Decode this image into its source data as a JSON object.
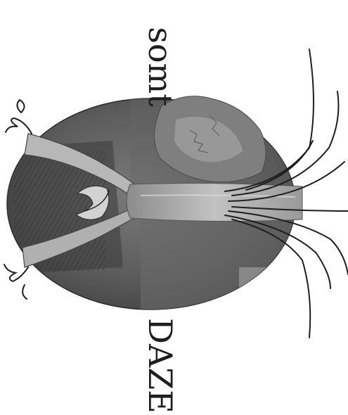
{
  "image": {
    "subject": "collage-illustration",
    "handwritten_words": [
      "somt",
      "DAZE"
    ],
    "colors": {
      "background": "#ffffff",
      "ink": "#1e1e1e",
      "orb_dark": "#4a4a4a",
      "orb_mid": "#6e6e6e",
      "orb_light": "#9a9a9a",
      "beam": "#b5b5b5",
      "rock": "#7d7d7d"
    }
  }
}
